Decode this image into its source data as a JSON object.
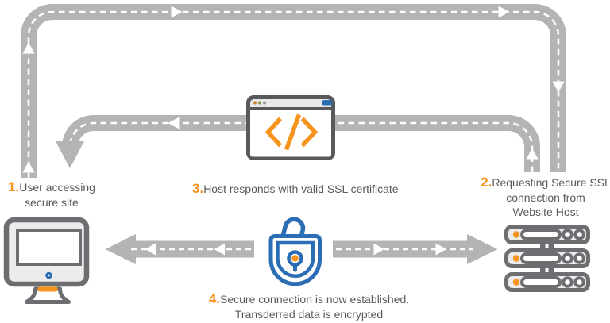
{
  "meta": {
    "description": "Diagram explaining how a secure SSL connection is established between a user and a website host"
  },
  "colors": {
    "accent_orange": "#f7941e",
    "brand_blue": "#2a6db4",
    "road_gray": "#b4b4b4",
    "icon_gray": "#6d6e71",
    "window_gray": "#58595b",
    "text_gray": "#58595b"
  },
  "steps": [
    {
      "num": "1.",
      "lines": [
        "User accessing",
        "secure site"
      ]
    },
    {
      "num": "2.",
      "lines": [
        "Requesting Secure SSL",
        "connection from",
        "Website Host"
      ]
    },
    {
      "num": "3.",
      "lines": [
        "Host responds with valid SSL certificate"
      ]
    },
    {
      "num": "4.",
      "lines": [
        "Secure connection is now established.",
        "Transderred data is encrypted"
      ]
    }
  ],
  "icons": {
    "user": "computer-monitor-icon",
    "host": "server-stack-icon",
    "certificate": "browser-code-icon",
    "secure": "padlock-icon"
  }
}
